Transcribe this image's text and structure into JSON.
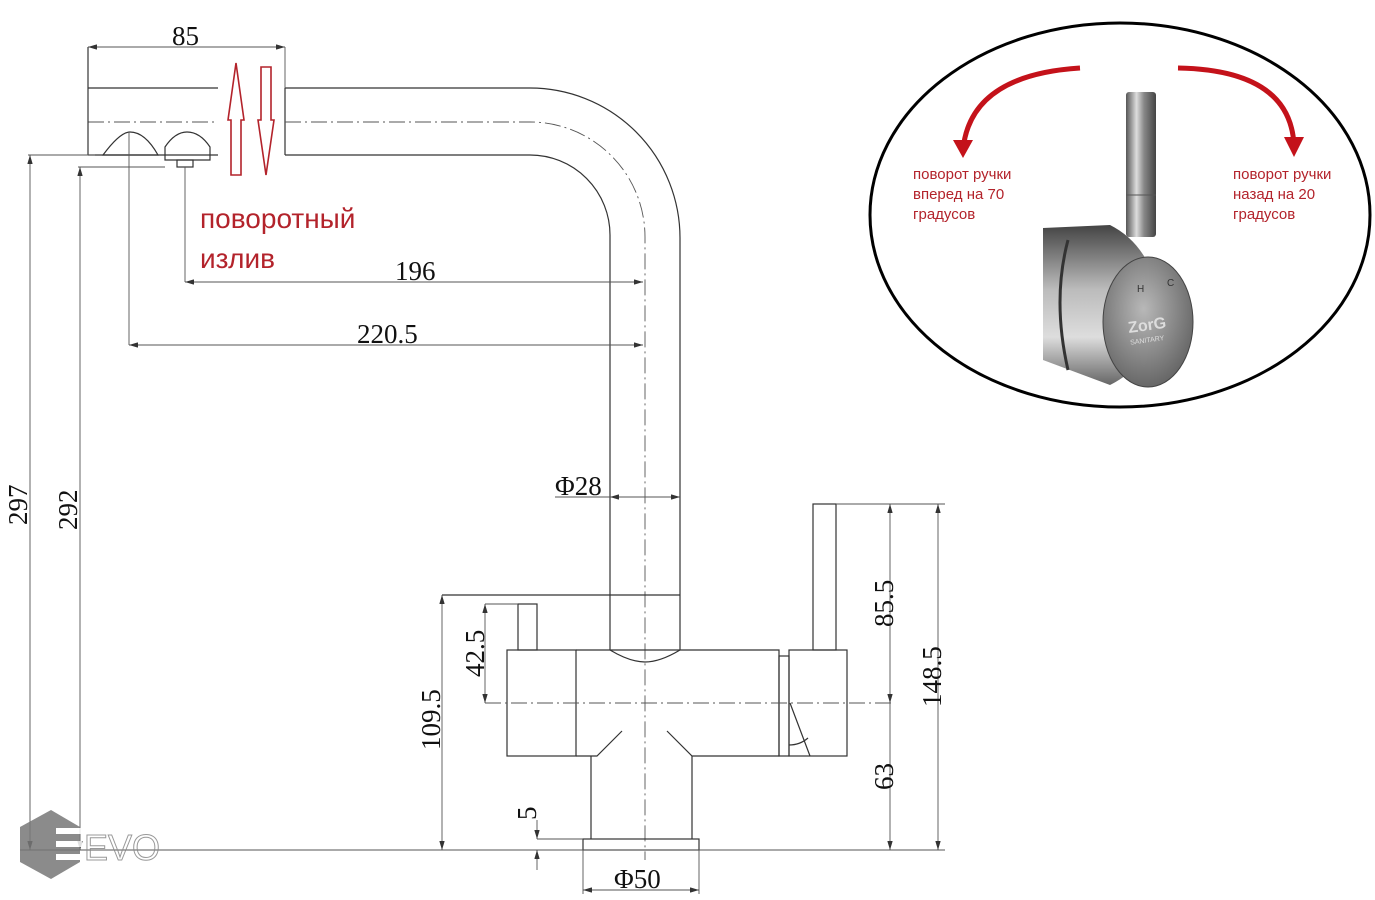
{
  "dimensions": {
    "width_top": "85",
    "spout_reach_inner": "196",
    "spout_reach_outer": "220.5",
    "height_total": "297",
    "height_outlet": "292",
    "tube_diameter": "Φ28",
    "body_height": "109.5",
    "small_handle": "42.5",
    "lever_height": "85.5",
    "lever_total": "148.5",
    "axis_height": "63",
    "base_thickness": "5",
    "base_diameter": "Φ50"
  },
  "annotation": {
    "line1": "поворотный",
    "line2": "излив"
  },
  "callout": {
    "left_note": [
      "поворот ручки",
      "вперед на 70",
      "градусов"
    ],
    "right_note": [
      "поворот ручки",
      "назад на 20",
      "градусов"
    ],
    "cap_letters": [
      "H",
      "C"
    ],
    "brand": "ZorG",
    "brand_sub": "SANITARY"
  },
  "watermark": "EVO",
  "colors": {
    "accent_red": "#b3232b",
    "line": "#333333"
  }
}
